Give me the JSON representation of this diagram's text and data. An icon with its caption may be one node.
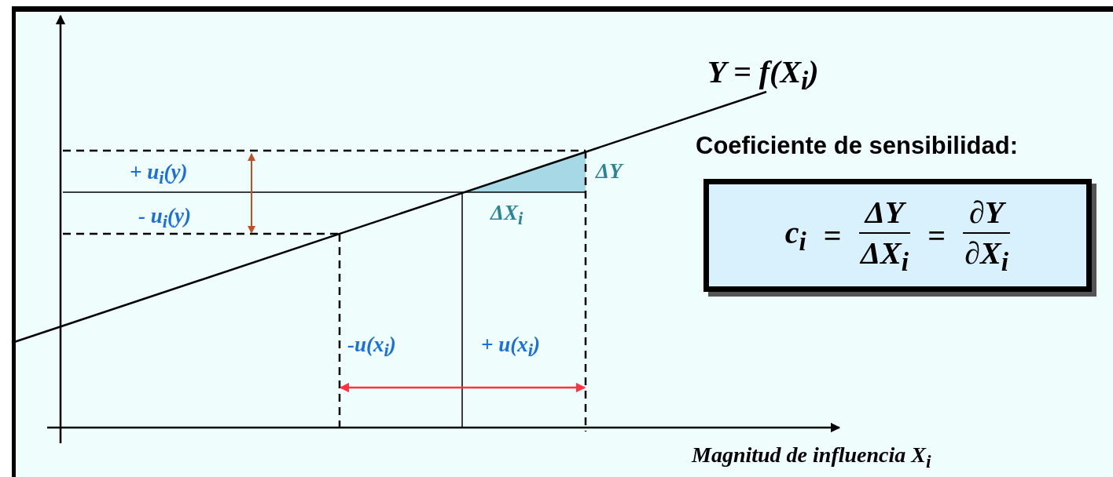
{
  "diagram": {
    "nodes": [
      {
        "text": [
          "Coeficiente de sensibilidad:",
          "c$_{i}$",
          "=",
          "ΔY",
          "ΔX$_{i}$",
          "=",
          "∂Y",
          "∂X$_{i}$"
        ]
      }
    ],
    "edges": [],
    "labels": [
      "Y = f(X$_{i}$)",
      "+ u$_{i}$(y)",
      "ΔY",
      "- u$_{i}$(y)",
      "ΔX$_{i}$",
      "-u(x$_{i}$)",
      "+ u(x$_{i}$)",
      "Magnitud de influencia X$_{i}$"
    ]
  }
}
